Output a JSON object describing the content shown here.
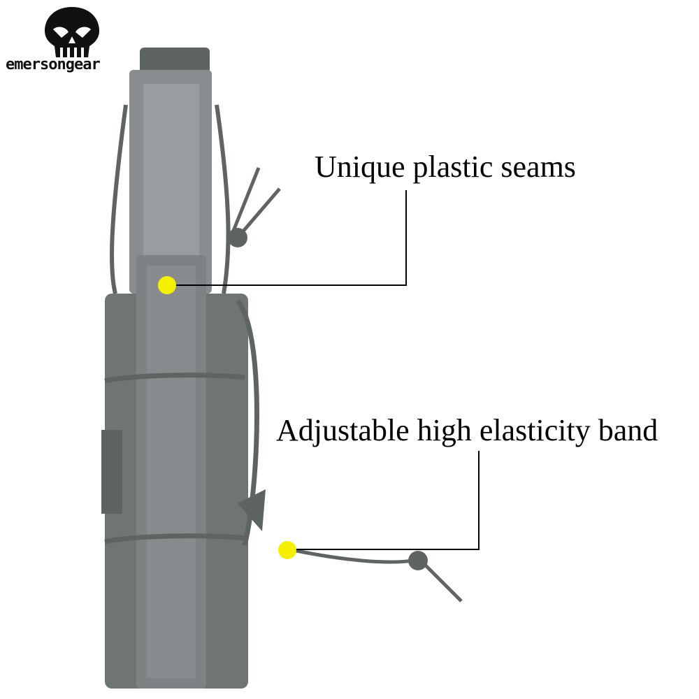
{
  "logo": {
    "text": "emersongear",
    "icon": "skull-icon"
  },
  "callouts": [
    {
      "label": "Unique plastic seams",
      "marker_color": "#f5f000"
    },
    {
      "label": "Adjustable high elasticity band",
      "marker_color": "#f5f000"
    }
  ],
  "colors": {
    "background": "#ffffff",
    "product": "#6f7570",
    "magazine": "#8a8d90"
  }
}
